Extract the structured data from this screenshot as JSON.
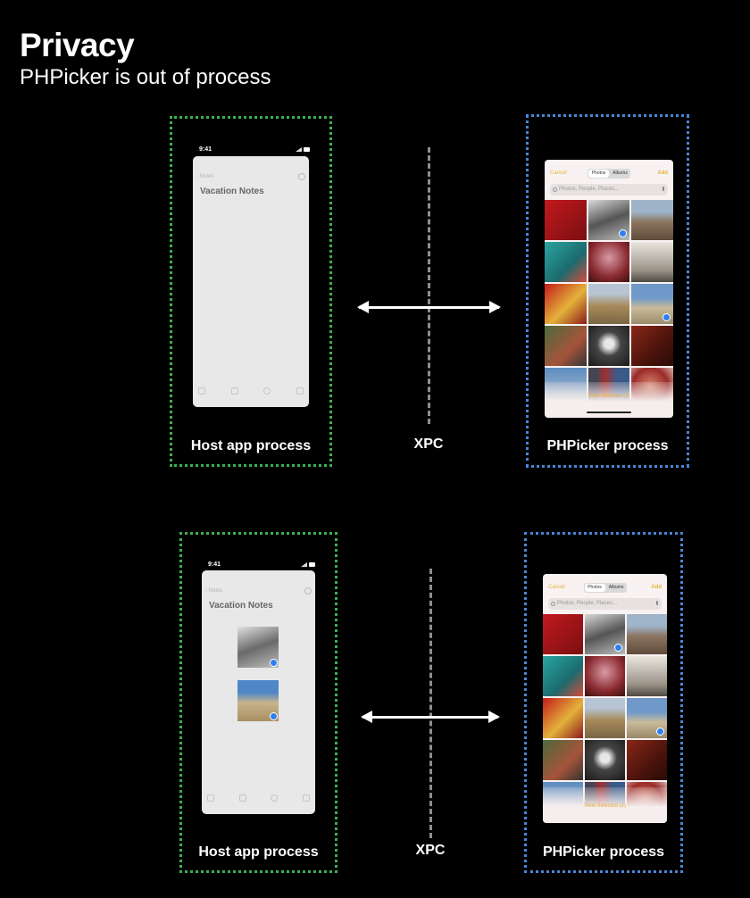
{
  "header": {
    "title": "Privacy",
    "subtitle": "PHPicker is out of process"
  },
  "diagrams": [
    {
      "host_label": "Host app process",
      "xpc_label": "XPC",
      "picker_label": "PHPicker process",
      "notes": {
        "time": "9:41",
        "back": "Notes",
        "title": "Vacation Notes",
        "attachments": []
      },
      "picker": {
        "cancel": "Cancel",
        "segments": [
          "Photos",
          "Albums"
        ],
        "add": "Add",
        "search_placeholder": "Photos, People, Places...",
        "view_selected": "View Selected (2)"
      }
    },
    {
      "host_label": "Host app process",
      "xpc_label": "XPC",
      "picker_label": "PHPicker process",
      "notes": {
        "time": "9:41",
        "back": "Notes",
        "title": "Vacation Notes",
        "attachments": [
          "grayscale-landscape-photo",
          "mountain-desert-photo"
        ]
      },
      "picker": {
        "cancel": "Cancel",
        "segments": [
          "Photos",
          "Albums"
        ],
        "add": "Add",
        "search_placeholder": "Photos, People, Places...",
        "view_selected": "View Selected (2)"
      }
    }
  ],
  "icons": {
    "arrow": "double-headed-arrow",
    "check": "checkmark-badge-icon"
  },
  "colors": {
    "host_border": "#3fae54",
    "picker_border": "#4a86d8",
    "accent": "#e6b23a",
    "selection": "#2f7ff0"
  }
}
